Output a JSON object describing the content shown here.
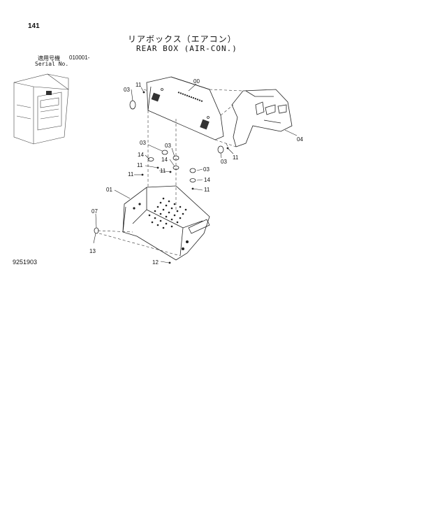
{
  "page_number": "141",
  "title_jp": "リアボックス（エアコン）",
  "title_en": "REAR BOX (AIR-CON.)",
  "serial": {
    "label_jp": "適用号機",
    "value": "010001-",
    "label_en": "Serial No."
  },
  "drawing_number": "9251903",
  "callouts": [
    {
      "id": "c00",
      "text": "00"
    },
    {
      "id": "c01",
      "text": "01"
    },
    {
      "id": "c03a",
      "text": "03"
    },
    {
      "id": "c03b",
      "text": "03"
    },
    {
      "id": "c03c",
      "text": "03"
    },
    {
      "id": "c03d",
      "text": "03"
    },
    {
      "id": "c03e",
      "text": "03"
    },
    {
      "id": "c04",
      "text": "04"
    },
    {
      "id": "c07",
      "text": "07"
    },
    {
      "id": "c11a",
      "text": "11"
    },
    {
      "id": "c11b",
      "text": "11"
    },
    {
      "id": "c11c",
      "text": "11"
    },
    {
      "id": "c11d",
      "text": "11"
    },
    {
      "id": "c11e",
      "text": "11"
    },
    {
      "id": "c11f",
      "text": "11"
    },
    {
      "id": "c12",
      "text": "12"
    },
    {
      "id": "c13",
      "text": "13"
    },
    {
      "id": "c14a",
      "text": "14"
    },
    {
      "id": "c14b",
      "text": "14"
    },
    {
      "id": "c14c",
      "text": "14"
    }
  ]
}
